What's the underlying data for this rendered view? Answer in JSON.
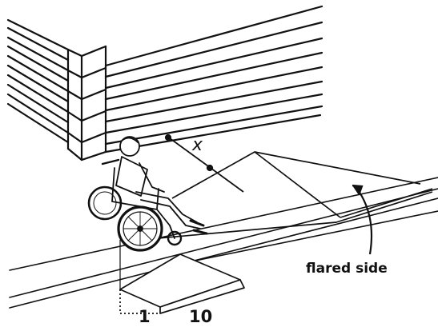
{
  "diagram": {
    "labels": {
      "dimension": "x",
      "flared_side": "flared side",
      "ratio_rise": "1",
      "ratio_run": "10"
    },
    "elements": {
      "building": "building-corner",
      "figure": "wheelchair-user",
      "ramp": "curb-ramp"
    },
    "colors": {
      "ink": "#111111",
      "paper": "#ffffff"
    }
  }
}
